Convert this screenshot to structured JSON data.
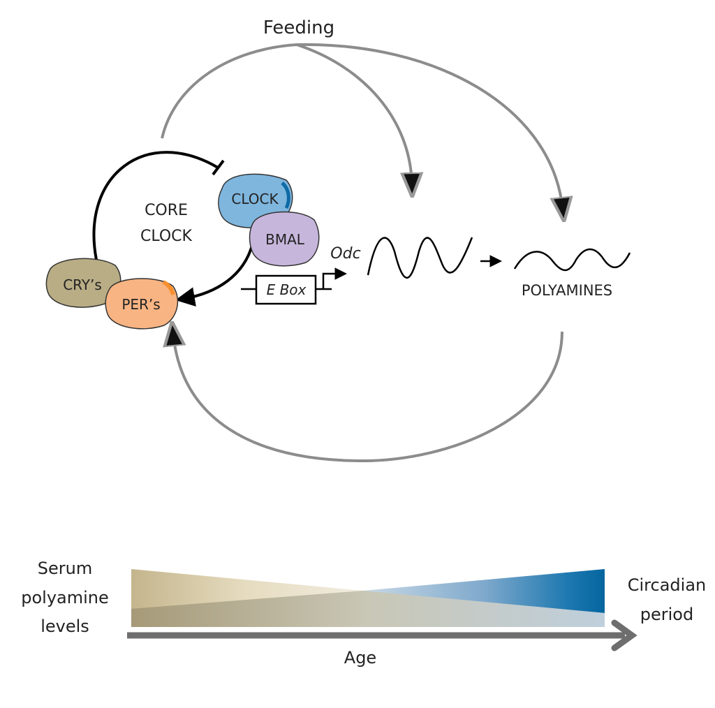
{
  "top": {
    "feeding_label": "Feeding",
    "core_clock_line1": "CORE",
    "core_clock_line2": "CLOCK",
    "proteins": {
      "clock": "CLOCK",
      "bmal": "BMAL",
      "cry": "CRY’s",
      "per": "PER’s"
    },
    "ebox_label": "E Box",
    "gene_label": "Odc",
    "polyamines_label": "POLYAMINES"
  },
  "bottom": {
    "left_label_lines": [
      "Serum",
      "polyamine",
      "levels"
    ],
    "right_label_lines": [
      "Circadian",
      "period"
    ],
    "axis_label": "Age",
    "trend_serum_polyamine": "decreasing with age",
    "trend_circadian_period": "increasing with age"
  },
  "colors": {
    "clock": "#7fb6de",
    "bmal": "#c7b6dc",
    "cry": "#b9ad86",
    "per": "#f9b483",
    "feedback_arrow": "#8c8c8c",
    "tan": "#c9bb94",
    "blue": "#0a6aa3"
  }
}
